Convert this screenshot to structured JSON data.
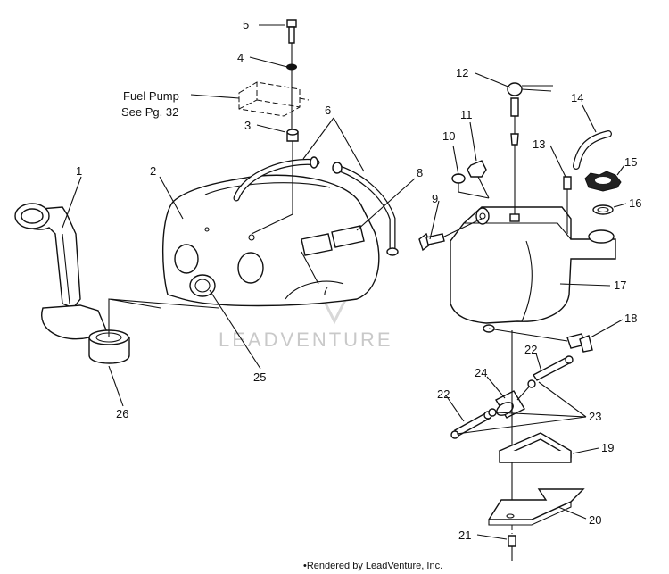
{
  "callouts": {
    "c1": "1",
    "c2": "2",
    "c3": "3",
    "c4": "4",
    "c5": "5",
    "c6": "6",
    "c7": "7",
    "c8": "8",
    "c9": "9",
    "c10": "10",
    "c11": "11",
    "c12": "12",
    "c13": "13",
    "c14": "14",
    "c15": "15",
    "c16": "16",
    "c17": "17",
    "c18": "18",
    "c19": "19",
    "c20": "20",
    "c21": "21",
    "c22a": "22",
    "c22b": "22",
    "c23": "23",
    "c24": "24",
    "c25": "25",
    "c26": "26"
  },
  "note": {
    "line1": "Fuel Pump",
    "line2": "See Pg. 32"
  },
  "watermark": "LEADVENTURE",
  "footer": "•Rendered by LeadVenture, Inc."
}
